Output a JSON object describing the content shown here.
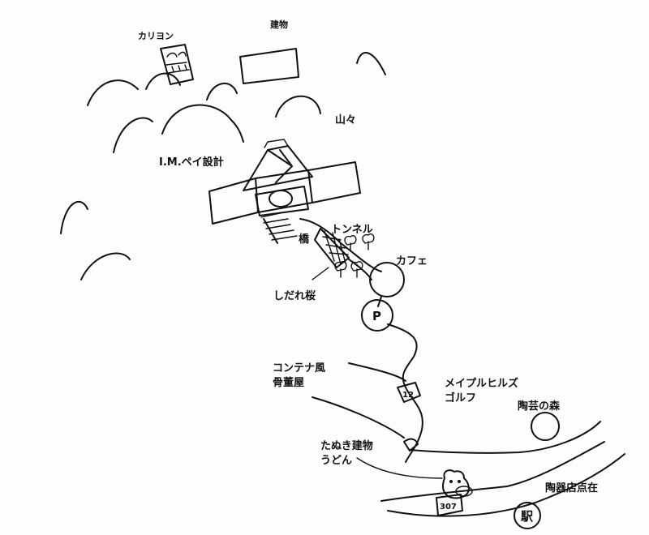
{
  "labels": {
    "carillon": "カリヨン",
    "building": "建物",
    "mountains": "山々",
    "im_pei": "I.M.ペイ設計",
    "tunnel": "トンネル",
    "bridge": "橋",
    "cafe": "カフェ",
    "weeping_cherry": "しだれ桜",
    "parking": "P",
    "container_antique_line1": "コンテナ風",
    "container_antique_line2": "骨董屋",
    "route12": "12",
    "maple_hills_line1": "メイプルヒルズ",
    "maple_hills_line2": "ゴルフ",
    "pottery_forest": "陶芸の森",
    "tanuki_line1": "たぬき建物",
    "tanuki_line2": "うどん",
    "pottery_shops": "陶器店点在",
    "route307": "307",
    "station": "駅"
  }
}
